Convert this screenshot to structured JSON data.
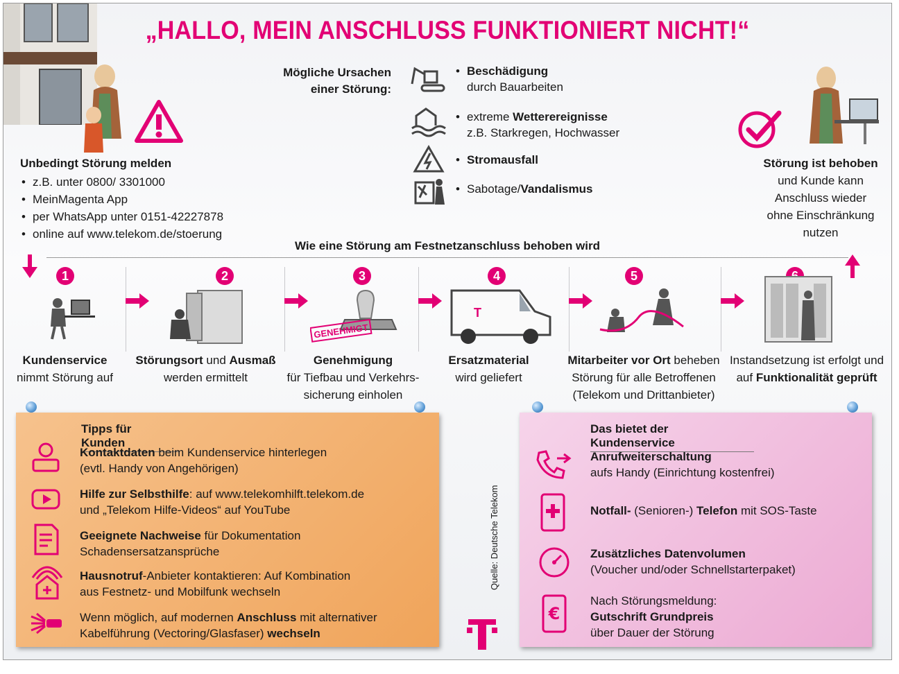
{
  "title": "„HALLO, MEIN ANSCHLUSS FUNKTIONIERT NICHT!“",
  "accent_color": "#e20074",
  "report": {
    "heading": "Unbedingt Störung melden",
    "items": [
      "z.B. unter 0800/ 3301000",
      "MeinMagenta App",
      "per WhatsApp unter 0151-42227878",
      "online auf www.telekom.de/stoerung"
    ]
  },
  "causes": {
    "heading_line1": "Mögliche Ursachen",
    "heading_line2": "einer Störung:",
    "items": [
      {
        "icon": "excavator-icon",
        "bold": "Beschädigung",
        "rest": "",
        "line2": "durch Bauarbeiten"
      },
      {
        "icon": "flood-house-icon",
        "pre": "extreme ",
        "bold": "Wetterereignisse",
        "line2": "z.B. Starkregen, Hochwasser"
      },
      {
        "icon": "high-voltage-icon",
        "bold": "Stromausfall"
      },
      {
        "icon": "vandalism-icon",
        "pre": "Sabotage/",
        "bold": "Vandalismus"
      }
    ]
  },
  "resolved": {
    "heading": "Störung ist behoben",
    "lines": [
      "und Kunde kann",
      "Anschluss wieder",
      "ohne Einschränkung",
      "nutzen"
    ]
  },
  "process": {
    "heading": "Wie eine Störung am Festnetzanschluss behoben wird",
    "stamp_text": "GENEHMIGT",
    "steps": [
      {
        "num": "1",
        "b1": "Kundenservice",
        "t1": "",
        "l2": "nimmt Störung auf",
        "l3": ""
      },
      {
        "num": "2",
        "b1": "Störungsort",
        "t1": " und ",
        "b2": "Ausmaß",
        "l2": "werden ermittelt",
        "l3": ""
      },
      {
        "num": "3",
        "b1": "Genehmigung",
        "l2": "für Tiefbau und Verkehrs-",
        "l3": "sicherung einholen"
      },
      {
        "num": "4",
        "b1": "Ersatzmaterial",
        "l2": "wird geliefert",
        "l3": ""
      },
      {
        "num": "5",
        "b1": "Mitarbeiter vor Ort",
        "t1": " beheben",
        "l2": "Störung für alle Betroffenen",
        "l3": "(Telekom und Drittanbieter)"
      },
      {
        "num": "6",
        "pre": "Instandsetzung ist erfolgt und",
        "l2pre": "auf ",
        "l2b": "Funktionalität geprüft"
      }
    ]
  },
  "tips": {
    "heading": "Tipps für Kunden",
    "items": [
      {
        "icon": "contact-person-icon",
        "bold": "Kontaktdaten",
        "rest": " beim Kundenservice hinterlegen",
        "line2": "(evtl. Handy von Angehörigen)"
      },
      {
        "icon": "video-play-icon",
        "bold": "Hilfe zur Selbsthilfe",
        "rest": ": auf www.telekomhilft.telekom.de",
        "line2": "und „Telekom Hilfe-Videos“ auf YouTube"
      },
      {
        "icon": "document-pen-icon",
        "bold": "Geeignete Nachweise",
        "rest": " für Dokumentation",
        "line2": "Schadensersatzansprüche"
      },
      {
        "icon": "home-emergency-icon",
        "bold": "Hausnotruf",
        "rest": "-Anbieter kontaktieren: Auf Kombination",
        "line2": "aus Festnetz- und Mobilfunk wechseln"
      },
      {
        "icon": "fiber-cable-icon",
        "pre": "Wenn möglich, auf modernen ",
        "bold": "Anschluss",
        "rest": " mit alternativer",
        "line2pre": "Kabelführung (Vectoring/Glasfaser) ",
        "line2b": "wechseln"
      }
    ]
  },
  "service": {
    "heading": "Das bietet der Kundenservice",
    "items": [
      {
        "icon": "call-forward-icon",
        "bold": "Anrufweiterschaltung",
        "line2": "aufs Handy (Einrichtung kostenfrei)"
      },
      {
        "icon": "sos-phone-icon",
        "bold": "Notfall-",
        "rest": " (Senioren-) ",
        "bold2": "Telefon",
        "rest2": " mit SOS-Taste"
      },
      {
        "icon": "speedometer-icon",
        "bold": "Zusätzliches Datenvolumen",
        "line2": "(Voucher und/oder Schnellstarterpaket)"
      },
      {
        "icon": "euro-phone-icon",
        "line0": "Nach Störungsmeldung:",
        "bold": "Gutschrift Grundpreis",
        "line2": "über Dauer der Störung"
      }
    ]
  },
  "source": "Quelle: Deutsche Telekom",
  "logo_letter": "T"
}
